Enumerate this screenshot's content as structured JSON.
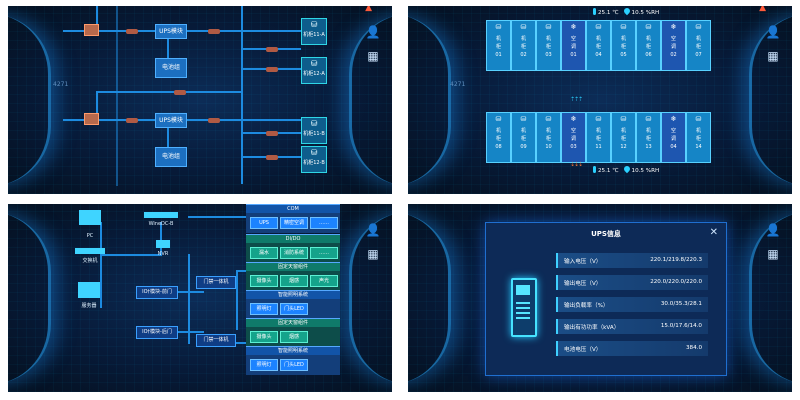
{
  "colors": {
    "accent": "#1c83ff",
    "teal": "#15a38b",
    "alarm": "#ff5a3a",
    "background": "#071a38"
  },
  "icons": {
    "user": "user-icon",
    "grid": "grid-icon",
    "alarm": "warning-icon",
    "close": "close-icon",
    "db": "database-icon"
  },
  "p1": {
    "ups1": "UPS模块",
    "battery1": "电池组",
    "ups2": "UPS模块",
    "battery2": "电池组",
    "racks": [
      "机柜11-A",
      "机柜12-A",
      "机柜11-B",
      "机柜12-B"
    ],
    "code": "4271"
  },
  "p2": {
    "top_temp": "25.1 ℃",
    "top_hum": "10.5 %RH",
    "bottom_temp": "25.1 ℃",
    "bottom_hum": "10.5 %RH",
    "row1": [
      "机柜01",
      "机柜02",
      "机柜03",
      "空调01",
      "机柜04",
      "机柜05",
      "机柜06",
      "空调02",
      "机柜07"
    ],
    "row2": [
      "机柜08",
      "机柜09",
      "机柜10",
      "空调03",
      "机柜11",
      "机柜12",
      "机柜13",
      "空调04",
      "机柜14"
    ],
    "code": "4271"
  },
  "p3": {
    "pc": "PC",
    "switch": "交换机",
    "server": "服务器",
    "winedc": "WineDC-B",
    "nvr": "NVR",
    "io_modules": [
      "IO†模块-前门",
      "IO†模块-后门"
    ],
    "doors": [
      "门禁一体机",
      "门禁一体机"
    ],
    "systems": [
      {
        "header": "COM",
        "items": [
          "UPS",
          "精密空调",
          "……"
        ]
      },
      {
        "header": "DI/DO",
        "items": [
          "漏水",
          "消防系统",
          "……"
        ]
      },
      {
        "header": "固定天窗组件",
        "items": [
          "摄像头",
          "烟感",
          "声光"
        ]
      },
      {
        "header": "智能照明系统",
        "items": [
          "照明灯",
          "门头LED"
        ]
      },
      {
        "header": "固定天窗组件",
        "items": [
          "摄像头",
          "烟感"
        ]
      },
      {
        "header": "智能照明系统",
        "items": [
          "照明灯",
          "门头LED"
        ]
      }
    ]
  },
  "p4": {
    "title": "UPS信息",
    "rows": [
      {
        "label": "输入电压（V）",
        "value": "220.1/219.8/220.3"
      },
      {
        "label": "输出电压（V）",
        "value": "220.0/220.0/220.0"
      },
      {
        "label": "输出负载率（%）",
        "value": "30.0/35.3/28.1"
      },
      {
        "label": "输出有功功率（kVA）",
        "value": "15.0/17.6/14.0"
      },
      {
        "label": "电池电压（V）",
        "value": "384.0"
      }
    ]
  }
}
